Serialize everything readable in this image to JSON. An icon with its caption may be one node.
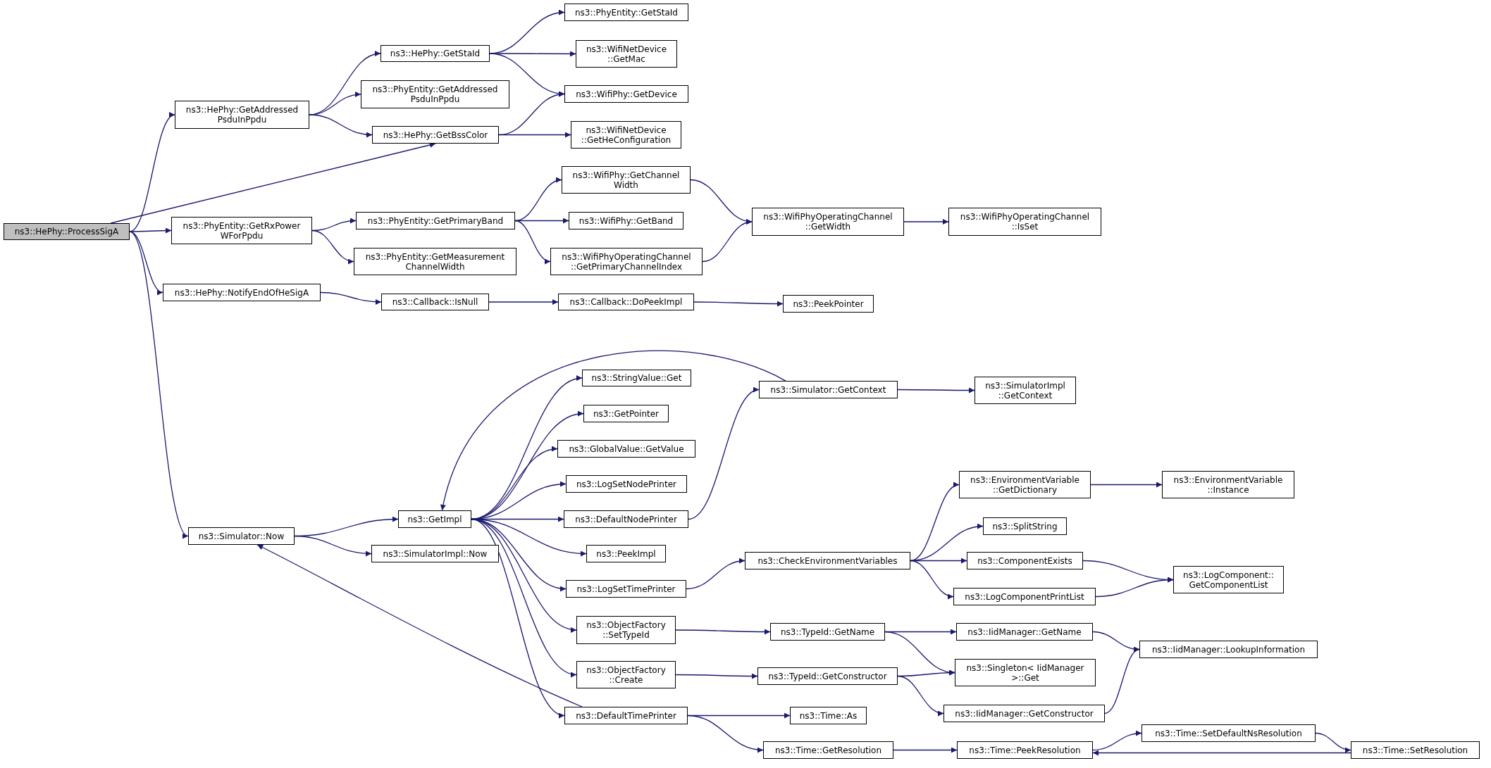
{
  "diagram": {
    "nodes": [
      {
        "text": [
          "ns3::HePhy::ProcessSigA"
        ]
      },
      {
        "text": [
          "ns3::HePhy::GetAddressed PsduInPpdu"
        ]
      },
      {
        "text": [
          "ns3::HePhy::GetStaId"
        ]
      },
      {
        "text": [
          "ns3::PhyEntity::GetStaId"
        ]
      },
      {
        "text": [
          "ns3::WifiNetDevice ::GetMac"
        ]
      },
      {
        "text": [
          "ns3::WifiPhy::GetDevice"
        ]
      },
      {
        "text": [
          "ns3::PhyEntity::GetAddressed PsduInPpdu"
        ]
      },
      {
        "text": [
          "ns3::HePhy::GetBssColor"
        ]
      },
      {
        "text": [
          "ns3::WifiNetDevice ::GetHeConfiguration"
        ]
      },
      {
        "text": [
          "ns3::PhyEntity::GetRxPower WForPpdu"
        ]
      },
      {
        "text": [
          "ns3::PhyEntity::GetPrimaryBand"
        ]
      },
      {
        "text": [
          "ns3::WifiPhy::GetChannel Width"
        ]
      },
      {
        "text": [
          "ns3::WifiPhy::GetBand"
        ]
      },
      {
        "text": [
          "ns3::WifiPhyOperatingChannel ::GetPrimaryChannelIndex"
        ]
      },
      {
        "text": [
          "ns3::PhyEntity::GetMeasurement ChannelWidth"
        ]
      },
      {
        "text": [
          "ns3::WifiPhyOperatingChannel ::GetWidth"
        ]
      },
      {
        "text": [
          "ns3::WifiPhyOperatingChannel ::IsSet"
        ]
      },
      {
        "text": [
          "ns3::HePhy::NotifyEndOfHeSigA"
        ]
      },
      {
        "text": [
          "ns3::Callback::IsNull"
        ]
      },
      {
        "text": [
          "ns3::Callback::DoPeekImpl"
        ]
      },
      {
        "text": [
          "ns3::PeekPointer"
        ]
      },
      {
        "text": [
          "ns3::Simulator::Now"
        ]
      },
      {
        "text": [
          "ns3::GetImpl"
        ]
      },
      {
        "text": [
          "ns3::SimulatorImpl::Now"
        ]
      },
      {
        "text": [
          "ns3::StringValue::Get"
        ]
      },
      {
        "text": [
          "ns3::GetPointer"
        ]
      },
      {
        "text": [
          "ns3::GlobalValue::GetValue"
        ]
      },
      {
        "text": [
          "ns3::LogSetNodePrinter"
        ]
      },
      {
        "text": [
          "ns3::DefaultNodePrinter"
        ]
      },
      {
        "text": [
          "ns3::Simulator::GetContext"
        ]
      },
      {
        "text": [
          "ns3::SimulatorImpl ::GetContext"
        ]
      },
      {
        "text": [
          "ns3::PeekImpl"
        ]
      },
      {
        "text": [
          "ns3::LogSetTimePrinter"
        ]
      },
      {
        "text": [
          "ns3::CheckEnvironmentVariables"
        ]
      },
      {
        "text": [
          "ns3::EnvironmentVariable ::GetDictionary"
        ]
      },
      {
        "text": [
          "ns3::EnvironmentVariable ::Instance"
        ]
      },
      {
        "text": [
          "ns3::SplitString"
        ]
      },
      {
        "text": [
          "ns3::ComponentExists"
        ]
      },
      {
        "text": [
          "ns3::LogComponentPrintList"
        ]
      },
      {
        "text": [
          "ns3::LogComponent:: GetComponentList"
        ]
      },
      {
        "text": [
          "ns3::ObjectFactory ::SetTypeId"
        ]
      },
      {
        "text": [
          "ns3::TypeId::GetName"
        ]
      },
      {
        "text": [
          "ns3::IidManager::GetName"
        ]
      },
      {
        "text": [
          "ns3::IidManager::LookupInformation"
        ]
      },
      {
        "text": [
          "ns3::Singleton< IidManager >::Get"
        ]
      },
      {
        "text": [
          "ns3::ObjectFactory ::Create"
        ]
      },
      {
        "text": [
          "ns3::TypeId::GetConstructor"
        ]
      },
      {
        "text": [
          "ns3::IidManager::GetConstructor"
        ]
      },
      {
        "text": [
          "ns3::DefaultTimePrinter"
        ]
      },
      {
        "text": [
          "ns3::Time::As"
        ]
      },
      {
        "text": [
          "ns3::Time::GetResolution"
        ]
      },
      {
        "text": [
          "ns3::Time::PeekResolution"
        ]
      },
      {
        "text": [
          "ns3::Time::SetDefaultNsResolution"
        ]
      },
      {
        "text": [
          "ns3::Time::SetResolution"
        ]
      }
    ],
    "edges": [
      {
        "from": 0,
        "to": 1,
        "arrow": "to"
      },
      {
        "from": 0,
        "to": 7,
        "arrow": "to"
      },
      {
        "from": 0,
        "to": 9,
        "arrow": "to"
      },
      {
        "from": 0,
        "to": 17,
        "arrow": "to"
      },
      {
        "from": 0,
        "to": 21,
        "arrow": "to"
      },
      {
        "from": 1,
        "to": 2,
        "arrow": "to"
      },
      {
        "from": 1,
        "to": 6,
        "arrow": "to"
      },
      {
        "from": 1,
        "to": 7,
        "arrow": "to"
      },
      {
        "from": 2,
        "to": 3,
        "arrow": "to"
      },
      {
        "from": 2,
        "to": 4,
        "arrow": "to"
      },
      {
        "from": 2,
        "to": 5,
        "arrow": "to"
      },
      {
        "from": 7,
        "to": 5,
        "arrow": "to"
      },
      {
        "from": 7,
        "to": 8,
        "arrow": "to"
      },
      {
        "from": 9,
        "to": 10,
        "arrow": "to"
      },
      {
        "from": 9,
        "to": 14,
        "arrow": "to"
      },
      {
        "from": 10,
        "to": 11,
        "arrow": "to"
      },
      {
        "from": 10,
        "to": 12,
        "arrow": "to"
      },
      {
        "from": 10,
        "to": 13,
        "arrow": "to"
      },
      {
        "from": 11,
        "to": 15,
        "arrow": "to"
      },
      {
        "from": 13,
        "to": 15,
        "arrow": "to"
      },
      {
        "from": 15,
        "to": 16,
        "arrow": "to"
      },
      {
        "from": 17,
        "to": 18,
        "arrow": "to"
      },
      {
        "from": 18,
        "to": 19,
        "arrow": "to"
      },
      {
        "from": 19,
        "to": 20,
        "arrow": "to"
      },
      {
        "from": 21,
        "to": 22,
        "arrow": "to"
      },
      {
        "from": 21,
        "to": 23,
        "arrow": "to"
      },
      {
        "from": 22,
        "to": 24,
        "arrow": "to"
      },
      {
        "from": 22,
        "to": 25,
        "arrow": "to"
      },
      {
        "from": 22,
        "to": 26,
        "arrow": "to"
      },
      {
        "from": 22,
        "to": 27,
        "arrow": "to"
      },
      {
        "from": 22,
        "to": 28,
        "arrow": "to"
      },
      {
        "from": 22,
        "to": 31,
        "arrow": "to"
      },
      {
        "from": 22,
        "to": 32,
        "arrow": "to"
      },
      {
        "from": 22,
        "to": 40,
        "arrow": "to"
      },
      {
        "from": 22,
        "to": 45,
        "arrow": "to"
      },
      {
        "from": 22,
        "to": 48,
        "arrow": "to"
      },
      {
        "from": 28,
        "to": 29,
        "arrow": "to"
      },
      {
        "from": 29,
        "to": 22,
        "arrow": "to"
      },
      {
        "from": 29,
        "to": 30,
        "arrow": "to"
      },
      {
        "from": 32,
        "to": 33,
        "arrow": "to"
      },
      {
        "from": 33,
        "to": 34,
        "arrow": "to"
      },
      {
        "from": 33,
        "to": 36,
        "arrow": "to"
      },
      {
        "from": 33,
        "to": 37,
        "arrow": "to"
      },
      {
        "from": 33,
        "to": 38,
        "arrow": "to"
      },
      {
        "from": 34,
        "to": 35,
        "arrow": "to"
      },
      {
        "from": 37,
        "to": 39,
        "arrow": "to"
      },
      {
        "from": 38,
        "to": 39,
        "arrow": "to"
      },
      {
        "from": 40,
        "to": 41,
        "arrow": "to"
      },
      {
        "from": 41,
        "to": 42,
        "arrow": "to"
      },
      {
        "from": 41,
        "to": 44,
        "arrow": "to"
      },
      {
        "from": 42,
        "to": 43,
        "arrow": "to"
      },
      {
        "from": 45,
        "to": 46,
        "arrow": "to"
      },
      {
        "from": 46,
        "to": 44,
        "arrow": "to"
      },
      {
        "from": 46,
        "to": 47,
        "arrow": "to"
      },
      {
        "from": 47,
        "to": 43,
        "arrow": "to"
      },
      {
        "from": 48,
        "to": 21,
        "arrow": "to"
      },
      {
        "from": 48,
        "to": 49,
        "arrow": "to"
      },
      {
        "from": 48,
        "to": 50,
        "arrow": "to"
      },
      {
        "from": 50,
        "to": 51,
        "arrow": "to"
      },
      {
        "from": 51,
        "to": 52,
        "arrow": "to"
      },
      {
        "from": 52,
        "to": 53,
        "arrow": "to"
      },
      {
        "from": 53,
        "to": 51,
        "arrow": "to"
      }
    ]
  }
}
